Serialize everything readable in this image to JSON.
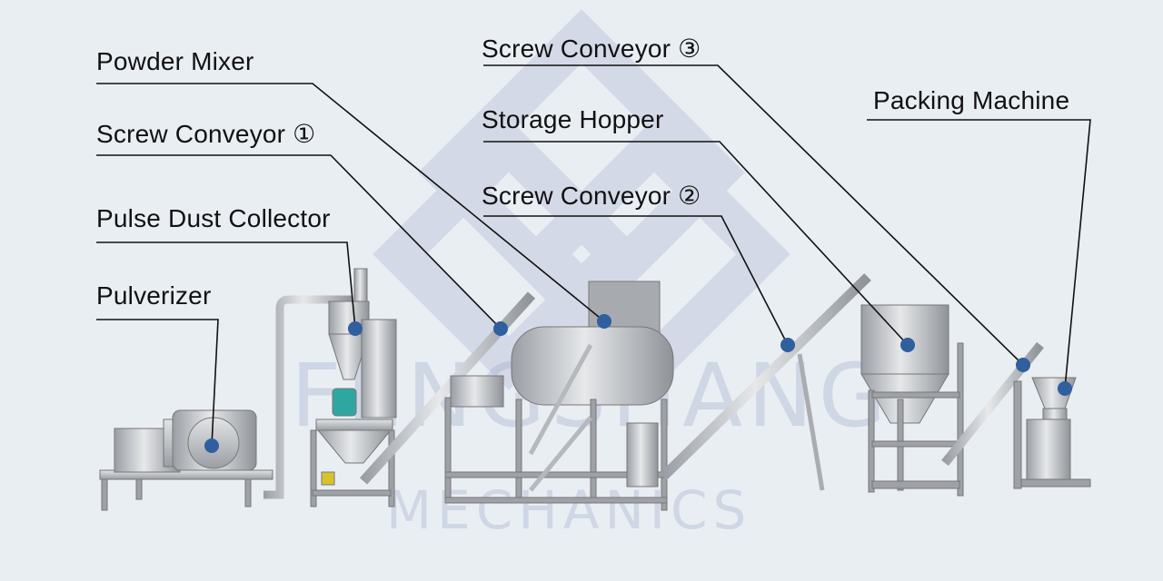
{
  "watermark": {
    "line1": "FENGSHANG",
    "line2": "MECHANICS"
  },
  "labels": {
    "powder_mixer": "Powder Mixer",
    "screw_conveyor_1": "Screw Conveyor ①",
    "pulse_dust_collector": "Pulse Dust Collector",
    "pulverizer": "Pulverizer",
    "screw_conveyor_3": "Screw Conveyor ③",
    "storage_hopper": "Storage Hopper",
    "screw_conveyor_2": "Screw Conveyor ②",
    "packing_machine": "Packing Machine"
  },
  "colors": {
    "background": "#e9eef3",
    "leader_line": "#111111",
    "marker_dot": "#2f5f9e",
    "steel": "#c9ccd0",
    "watermark": "#b5bdd6"
  }
}
